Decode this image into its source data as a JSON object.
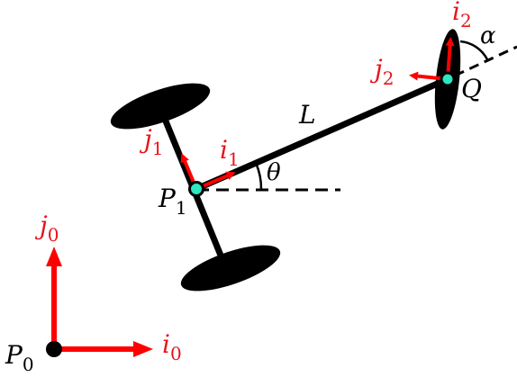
{
  "colors": {
    "body": "#000000",
    "frame_arrow": "#ff0000",
    "frame_label": "#e8141c",
    "joint": "#2ee6c0",
    "background": "#ffffff"
  },
  "labels": {
    "P0": {
      "main": "P",
      "sub": "0"
    },
    "P1": {
      "main": "P",
      "sub": "1"
    },
    "Q": {
      "main": "Q"
    },
    "L": {
      "main": "L"
    },
    "theta": {
      "main": "θ"
    },
    "alpha": {
      "main": "α"
    },
    "i0": {
      "main": "i",
      "sub": "0"
    },
    "j0": {
      "main": "j",
      "sub": "0"
    },
    "i1": {
      "main": "i",
      "sub": "1"
    },
    "j1": {
      "main": "j",
      "sub": "1"
    },
    "i2": {
      "main": "i",
      "sub": "2"
    },
    "j2": {
      "main": "j",
      "sub": "2"
    }
  }
}
